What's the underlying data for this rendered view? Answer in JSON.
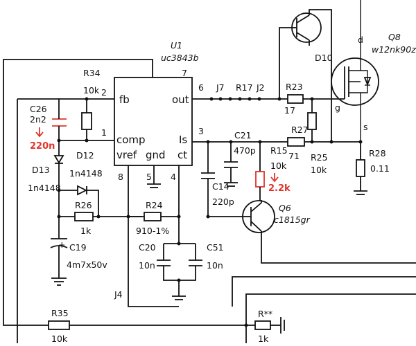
{
  "ic": {
    "ref": "U1",
    "part": "uc3843b",
    "pins": {
      "fb": "fb",
      "comp": "comp",
      "vref": "vref",
      "gnd": "gnd",
      "out": "out",
      "is": "Is",
      "ct": "ct"
    },
    "pin_numbers": {
      "p1": "1",
      "p2": "2",
      "p3": "3",
      "p4": "4",
      "p5": "5",
      "p6": "6",
      "p7": "7",
      "p8": "8"
    }
  },
  "components": {
    "R34": {
      "ref": "R34",
      "value": "10k"
    },
    "C26": {
      "ref": "C26",
      "value": "2n2",
      "replacement": "220n"
    },
    "D13": {
      "ref": "D13",
      "value": "1n4148"
    },
    "D12": {
      "ref": "D12",
      "value": "1n4148"
    },
    "R26": {
      "ref": "R26",
      "value": "1k"
    },
    "C19": {
      "ref": "C19",
      "value": "4m7x50v",
      "polarity": "+"
    },
    "R24": {
      "ref": "R24",
      "value": "910-1%"
    },
    "C20": {
      "ref": "C20",
      "value": "10n"
    },
    "C51": {
      "ref": "C51",
      "value": "10n"
    },
    "C14": {
      "ref": "C14",
      "value": "220p"
    },
    "C21": {
      "ref": "C21",
      "value": "470p"
    },
    "R15": {
      "ref": "R15",
      "value": "10k",
      "replacement": "2.2k"
    },
    "Q6": {
      "ref": "Q6",
      "value": "c1815gr"
    },
    "R23": {
      "ref": "R23",
      "value": "17"
    },
    "R27": {
      "ref": "R27",
      "value": "71"
    },
    "R25": {
      "ref": "R25",
      "value": "10k"
    },
    "R28": {
      "ref": "R28",
      "value": "0.11"
    },
    "Q8": {
      "ref": "Q8",
      "value": "w12nk90z",
      "pins": {
        "d": "d",
        "g": "g",
        "s": "s"
      }
    },
    "D10": {
      "ref": "D10"
    },
    "R35": {
      "ref": "R35",
      "value": "10k"
    },
    "Rxx": {
      "ref": "R**",
      "value": "1k"
    },
    "J7": {
      "ref": "J7"
    },
    "R17": {
      "ref": "R17"
    },
    "J2": {
      "ref": "J2"
    },
    "J4": {
      "ref": "J4"
    }
  },
  "colors": {
    "wire": "#111111",
    "modification": "#e0342b"
  },
  "icons": {
    "replace_arrow": "down-arrow-icon",
    "ground": "ground-icon"
  }
}
